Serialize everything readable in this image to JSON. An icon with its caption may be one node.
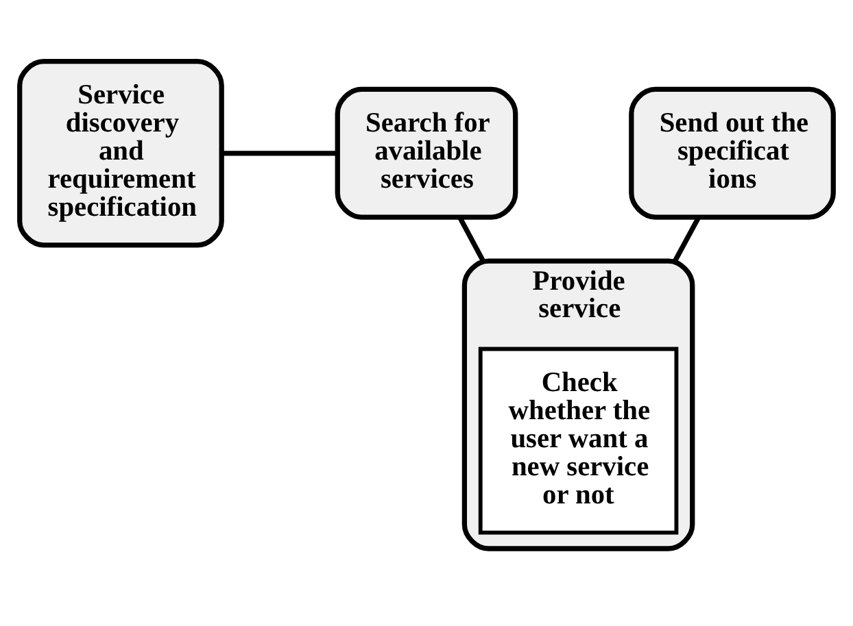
{
  "diagram": {
    "nodes": [
      {
        "text": [
          "Service discovery and requirement specification"
        ]
      },
      {
        "text": [
          "Search for available services"
        ]
      },
      {
        "text": [
          "Provide service"
        ]
      },
      {
        "text": [
          "Check whether the user want a new service or not"
        ],
        "in": 2
      },
      {
        "text": [
          "Send out the specificat ions"
        ]
      }
    ],
    "edges": [
      {
        "from": 0,
        "to": 1,
        "arrow": "none"
      },
      {
        "from": 1,
        "to": 2,
        "arrow": "none"
      },
      {
        "from": 4,
        "to": 2,
        "arrow": "none"
      }
    ]
  }
}
